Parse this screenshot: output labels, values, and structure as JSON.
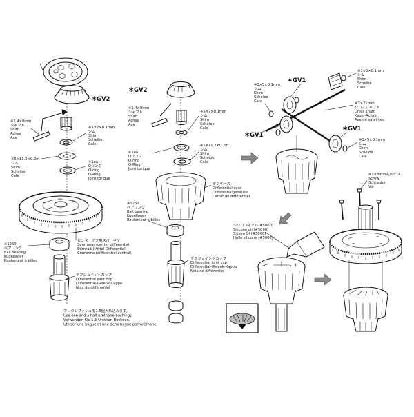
{
  "tags": {
    "gv2_left": "GV2",
    "gv2_mid": "GV2",
    "gv1_a": "GV1",
    "gv1_b": "GV1",
    "gv1_c": "GV1"
  },
  "labels": {
    "shaft_left": [
      "※1.4×8mm",
      "シャフト",
      "Shaft",
      "Achse",
      "Axe"
    ],
    "shim_left": [
      "※5×7×0.1mm",
      "シム",
      "Shim",
      "Scheibe",
      "Cale"
    ],
    "oring_left": [
      "※5×11.2×0.2m",
      "シム",
      "Shim",
      "Scheibe",
      "Cale"
    ],
    "oring_left2": [
      "※1ea",
      "Oリング",
      "O-ring",
      "O-Ring",
      "Joint torique"
    ],
    "bearing_left": [
      "※1260",
      "ベアリング",
      "Ball bearing",
      "Kugellager",
      "Roulement à billes"
    ],
    "spur_gear": [
      "センターデフ用スパーギヤ",
      "Spur gear (center differential)",
      "Stirnrad (Mittel-Differential)",
      "Couronne (différentiel central)"
    ],
    "joint_cup_left": [
      "デフジョイントカップ",
      "Differential joint cup",
      "Differential-Gelenk-Kappe",
      "Noix de différentiel"
    ],
    "urethane_note": [
      "ウレタンブッシュを1.5個入れ込みます。",
      "Use one and a half urethane bushings.",
      "Verwenden Sie 1,5 Urethan-Buchsen.",
      "Utiliser une bague et une demi bague polyuréthane."
    ],
    "shaft_mid": [
      "※1.4×8mm",
      "シャフト",
      "Shaft",
      "Achse",
      "Axe"
    ],
    "shim_mid": [
      "※5×7×0.1mm",
      "シム",
      "Shim",
      "Scheibe",
      "Cale"
    ],
    "oring_mid": [
      "※1ea",
      "Oリング",
      "O-ring",
      "O-Ring",
      "Joint torique"
    ],
    "shim_mid2": [
      "※5×11.2×0.2m",
      "シム",
      "Shim",
      "Scheibe",
      "Cale"
    ],
    "diff_case": [
      "デフケース",
      "Differential case",
      "Differentialgehäuse",
      "Carter de différentiel"
    ],
    "bearing_mid": [
      "※1260",
      "ベアリング",
      "Ball bearing",
      "Kugellager",
      "Roulement à billes"
    ],
    "joint_cup_mid": [
      "デフジョイントカップ",
      "Differential joint cup",
      "Differential-Gelenk-Kappe",
      "Noix de différentiel"
    ],
    "shim_right_top": [
      "※3×5×0.1mm",
      "シム",
      "Shim",
      "Scheibe",
      "Cale"
    ],
    "shim_right_a": [
      "※3×5×0.1mm",
      "シム",
      "Shim",
      "Scheibe",
      "Cale"
    ],
    "cross_shaft": [
      "※3×21mm",
      "クロスシャフト",
      "Cross shaft",
      "Kegel-Achse",
      "Axe de satellites"
    ],
    "shim_right_b": [
      "※3×5×0.1mm",
      "シム",
      "Shim",
      "Scheibe",
      "Cale"
    ],
    "screws": [
      "※3×8mm丸皿ビス",
      "Screw",
      "Schraube",
      "Vis"
    ],
    "silicone": [
      "シリコンオイル(#5000)",
      "Silicone oil (#5000)",
      "Silikon Öl (#5000)",
      "Huile silicone (#5000)"
    ]
  }
}
